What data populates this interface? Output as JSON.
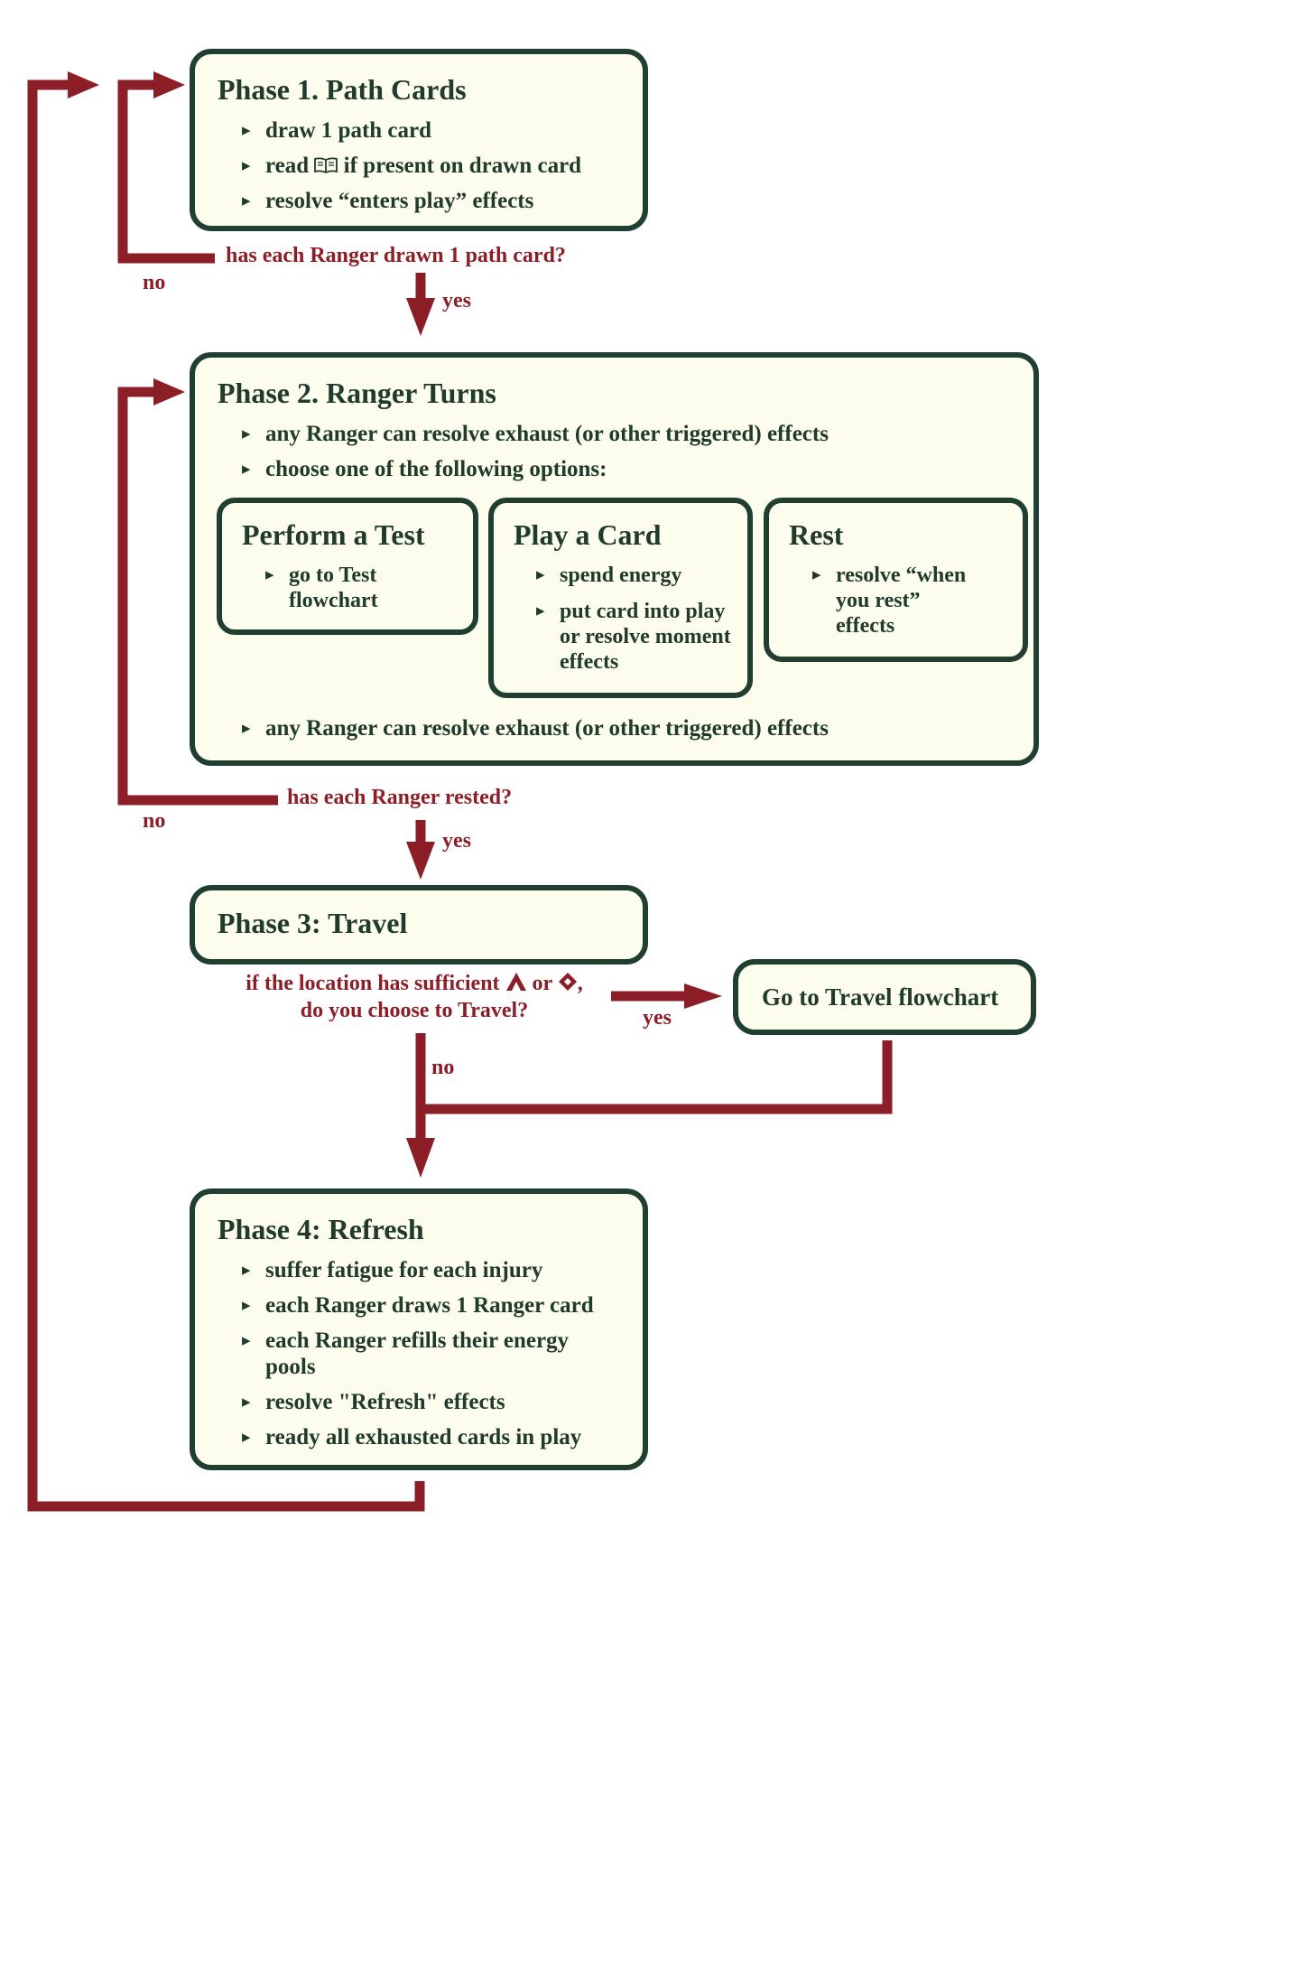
{
  "phase1": {
    "title": "Phase 1. Path Cards",
    "bullets": [
      "draw 1 path card",
      "if present on drawn card",
      "resolve “enters play” effects"
    ],
    "read_word": "read",
    "book_icon": "book-icon"
  },
  "q1": {
    "question": "has each Ranger drawn 1 path card?",
    "no": "no",
    "yes": "yes"
  },
  "phase2": {
    "title": "Phase 2. Ranger Turns",
    "bullets_top": [
      "any Ranger can resolve exhaust (or other triggered) effects",
      "choose one of the following options:"
    ],
    "bullet_bottom": "any Ranger can resolve exhaust (or other triggered) effects",
    "options": [
      {
        "title": "Perform a Test",
        "bullets": [
          "go to Test flowchart"
        ]
      },
      {
        "title": "Play a Card",
        "bullets": [
          "spend energy",
          "put card into play or resolve moment effects"
        ]
      },
      {
        "title": "Rest",
        "bullets": [
          "resolve “when you rest” effects"
        ]
      }
    ]
  },
  "q2": {
    "question": "has each Ranger rested?",
    "no": "no",
    "yes": "yes"
  },
  "phase3": {
    "title": "Phase 3: Travel"
  },
  "q3": {
    "line1_pre": "if the location has sufficient",
    "or_word": "or",
    "line1_post": ",",
    "line2": "do you choose to Travel?",
    "yes": "yes",
    "no": "no",
    "icons": [
      "awareness-icon",
      "spirit-icon"
    ]
  },
  "travel_box": {
    "label": "Go to Travel flowchart"
  },
  "phase4": {
    "title": "Phase 4: Refresh",
    "bullets": [
      "suffer fatigue for each injury",
      "each Ranger draws 1 Ranger card",
      "each Ranger refills their energy pools",
      "resolve \"Refresh\"  effects",
      "ready all exhausted cards in play"
    ]
  },
  "colors": {
    "box_border": "#213f31",
    "box_fill": "#fdfdee",
    "arrow": "#8b1e27",
    "text": "#203a2c"
  }
}
